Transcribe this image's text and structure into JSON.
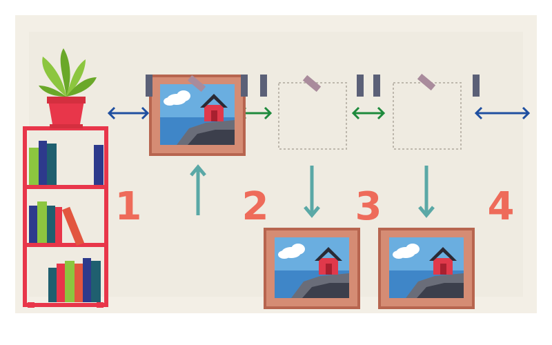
{
  "steps": [
    "1",
    "2",
    "3",
    "4"
  ],
  "colors": {
    "wall_outer": "#f3efe6",
    "wall_inner": "#efebe1",
    "step_number": "#ee6b5a",
    "arrow_blue": "#1f4fa0",
    "arrow_green": "#1e8a3c",
    "arrow_teal": "#5aa8a6",
    "tape_gray": "#5b6077",
    "tape_mauve": "#a98b9c",
    "frame": "#c1735f",
    "frame_mat": "#d9937c",
    "shelf": "#e8364a"
  },
  "icons": [
    "potted-plant-icon",
    "bookshelf-icon",
    "framed-picture-icon",
    "painters-tape-icon",
    "outline-placeholder-icon"
  ]
}
